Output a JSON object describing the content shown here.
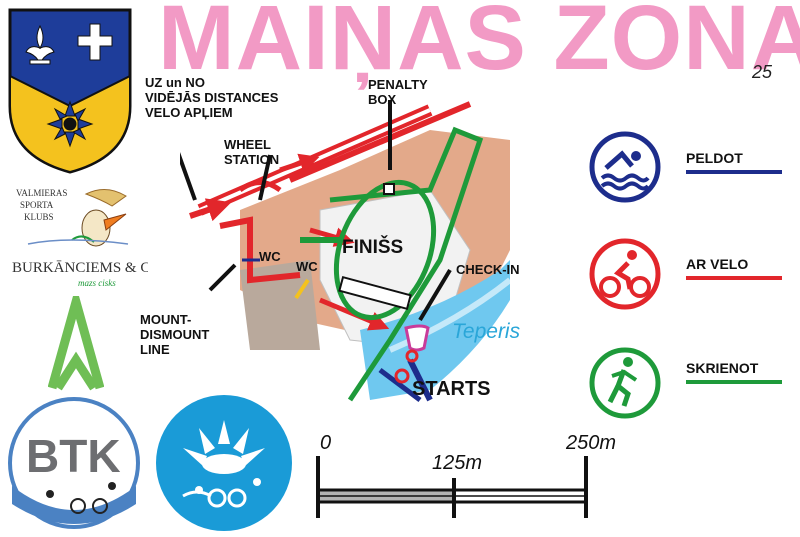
{
  "title": "MAIŅAS ZONA",
  "page_number": "25",
  "labels": {
    "distance_loops": [
      "UZ un NO",
      "VIDĒJĀS DISTANCES",
      "VELO APĻIEM"
    ],
    "wheel_station": [
      "WHEEL",
      "STATION"
    ],
    "penalty_box": [
      "PENALTY",
      "BOX"
    ],
    "wc_left": "WC",
    "wc_right": "WC",
    "finish": "FINIŠS",
    "check_in": "CHECK-IN",
    "mount_dismount": [
      "MOUNT-",
      "DISMOUNT",
      "LINE"
    ],
    "lake": "Teperis",
    "start": "STARTS"
  },
  "legend": [
    {
      "label": "PELDOT",
      "color": "#1d2d8c",
      "icon": "swimmer-icon"
    },
    {
      "label": "AR VELO",
      "color": "#e2262b",
      "icon": "cyclist-icon"
    },
    {
      "label": "SKRIENOT",
      "color": "#1e9a3a",
      "icon": "runner-icon"
    }
  ],
  "scale": {
    "labels": [
      "0",
      "125m",
      "250m"
    ]
  },
  "logos": {
    "club_name": [
      "VALMIERAS",
      "SPORTA",
      "KLUBS"
    ],
    "sponsor": "BURKĀNCIEMS & Co",
    "sponsor_tagline": "mazs cisks",
    "btk": "BTK"
  },
  "colors": {
    "swim": "#1d2d8c",
    "bike": "#e2262b",
    "run": "#1e9a3a",
    "title": "#f29ac5",
    "water": "#2aa6d8"
  }
}
